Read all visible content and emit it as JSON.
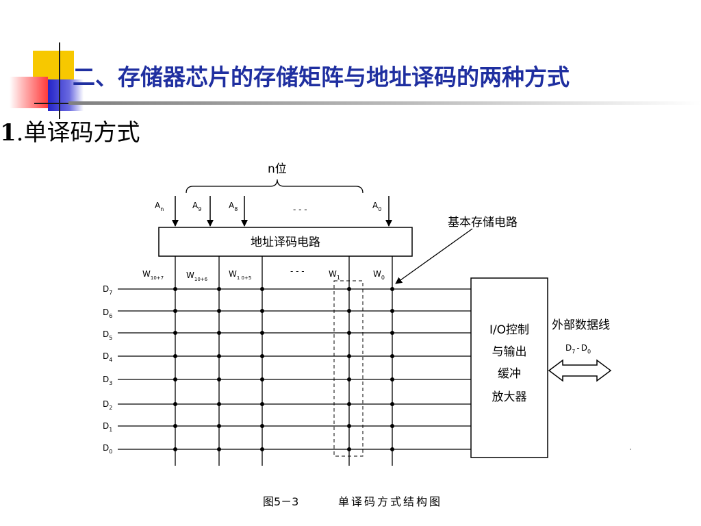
{
  "slide": {
    "title": "二、存储器芯片的存储矩阵与地址译码的两种方式",
    "section_number": "1",
    "section_sep": ".",
    "section_title": "单译码方式"
  },
  "diagram": {
    "n_bits_label": "n位",
    "address_inputs": [
      {
        "main": "A",
        "sub": "n"
      },
      {
        "main": "A",
        "sub": "9"
      },
      {
        "main": "A",
        "sub": "8"
      },
      {
        "main": "- - -",
        "sub": ""
      },
      {
        "main": "A",
        "sub": "0"
      }
    ],
    "decoder_label": "地址译码电路",
    "cell_callout_label": "基本存储电路",
    "word_lines": [
      {
        "main": "W",
        "sub": "10+7"
      },
      {
        "main": "W",
        "sub": "10+6"
      },
      {
        "main": "W",
        "sub": "1 0+5"
      },
      {
        "main": "- - -",
        "sub": ""
      },
      {
        "main": "W",
        "sub": "1"
      },
      {
        "main": "W",
        "sub": "0"
      }
    ],
    "data_lines": [
      {
        "main": "D",
        "sub": "7"
      },
      {
        "main": "D",
        "sub": "6"
      },
      {
        "main": "D",
        "sub": "5"
      },
      {
        "main": "D",
        "sub": "4"
      },
      {
        "main": "D",
        "sub": "3"
      },
      {
        "main": "D",
        "sub": "2"
      },
      {
        "main": "D",
        "sub": "1"
      },
      {
        "main": "D",
        "sub": "0"
      }
    ],
    "io_block_lines": [
      "I/O控制",
      "与输出",
      "缓冲",
      "放大器"
    ],
    "external_bus_label": "外部数据线",
    "external_bus_range": {
      "main1": "D",
      "sub1": "7",
      "dash": "-",
      "main2": "D",
      "sub2": "0"
    },
    "caption_fig": "图5－3",
    "caption_text": "单译码方式结构图"
  },
  "colors": {
    "title": "#1f2fa0",
    "accent_yellow": "#f7c800",
    "accent_red": "#ff3b3b",
    "accent_blue": "#2323c8"
  }
}
